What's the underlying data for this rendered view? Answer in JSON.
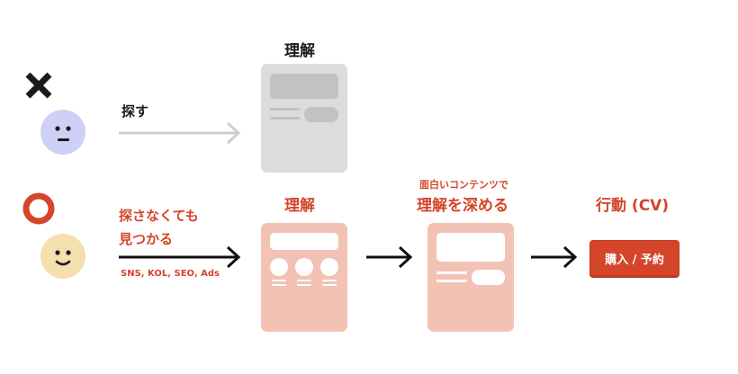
{
  "colors": {
    "accent": "#d4452a",
    "gray_card": "#dcdcdc",
    "gray_block": "#c2c2c2",
    "pink_card": "#f2c2b4",
    "pink_block": "#ffffff",
    "neutral_face": "#cfd0f5",
    "happy_face": "#f6dfae"
  },
  "bad_path": {
    "mark_icon": "cross-icon",
    "face_icon": "neutral-face-icon",
    "action_label": "探す",
    "card_title": "理解"
  },
  "good_path": {
    "mark_icon": "circle-icon",
    "face_icon": "happy-face-icon",
    "action_label_line1": "探さなくても",
    "action_label_line2": "見つかる",
    "channels": "SNS, KOL, SEO, Ads",
    "step1_title": "理解",
    "step2_subtitle": "面白いコンテンツで",
    "step2_title": "理解を深める",
    "step3_title": "行動 (CV)",
    "cta_label": "購入 / 予約"
  }
}
